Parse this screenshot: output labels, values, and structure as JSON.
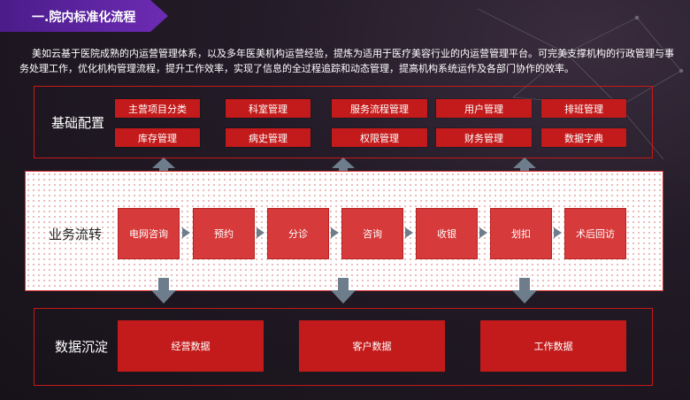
{
  "header": {
    "title": "一.院内标准化流程"
  },
  "intro": "美如云基于医院成熟的内运营管理体系，以及多年医美机构运营经验，提炼为适用于医疗美容行业的内运营管理平台。可完美支撑机构的行政管理与事务处理工作，优化机构管理流程，提升工作效率，实现了信息的全过程追踪和动态管理，提高机构系统运作及各部门协作的效率。",
  "base_config": {
    "label": "基础配置",
    "row1": [
      "主营项目分类",
      "科室管理",
      "服务流程管理",
      "用户管理",
      "排班管理"
    ],
    "row2": [
      "库存管理",
      "病史管理",
      "权限管理",
      "财务管理",
      "数据字典"
    ]
  },
  "business_flow": {
    "label": "业务流转",
    "steps": [
      "电网咨询",
      "预约",
      "分诊",
      "咨询",
      "收银",
      "划扣",
      "术后回访"
    ]
  },
  "data_precipitation": {
    "label": "数据沉淀",
    "items": [
      "经营数据",
      "客户数据",
      "工作数据"
    ]
  },
  "colors": {
    "primary_red": "#c31b1b",
    "step_red": "#d73a3a",
    "banner_purple": "#5a22a0",
    "arrow_gray": "#6e7d8c"
  }
}
